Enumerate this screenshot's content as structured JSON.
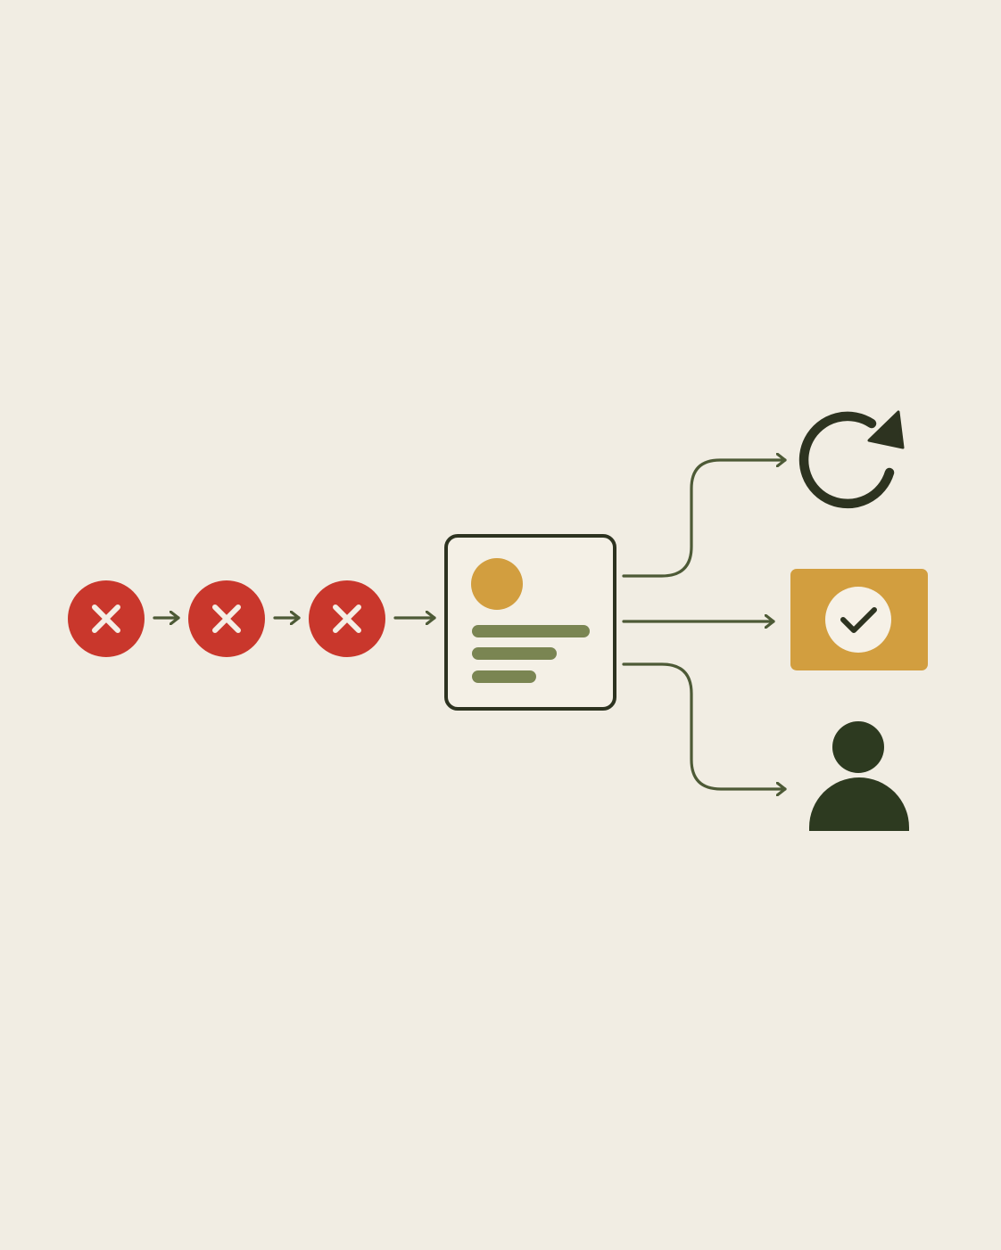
{
  "colors": {
    "background": "#f1ede3",
    "error_red": "#c9372c",
    "x_mark": "#f5eee4",
    "arrow_olive": "#4d5a36",
    "outline_dark": "#2d3320",
    "accent_gold": "#d29e3f",
    "text_line_green": "#7a8552",
    "check_white": "#f6f1e7",
    "icon_dark": "#2d3a20"
  },
  "failures": [
    {
      "icon": "x-icon",
      "status": "failed"
    },
    {
      "icon": "x-icon",
      "status": "failed"
    },
    {
      "icon": "x-icon",
      "status": "failed"
    }
  ],
  "card": {
    "icon": "profile-card-icon",
    "text_lines": 3
  },
  "outcomes": [
    {
      "icon": "retry-icon"
    },
    {
      "icon": "check-circle-icon"
    },
    {
      "icon": "person-icon"
    }
  ]
}
